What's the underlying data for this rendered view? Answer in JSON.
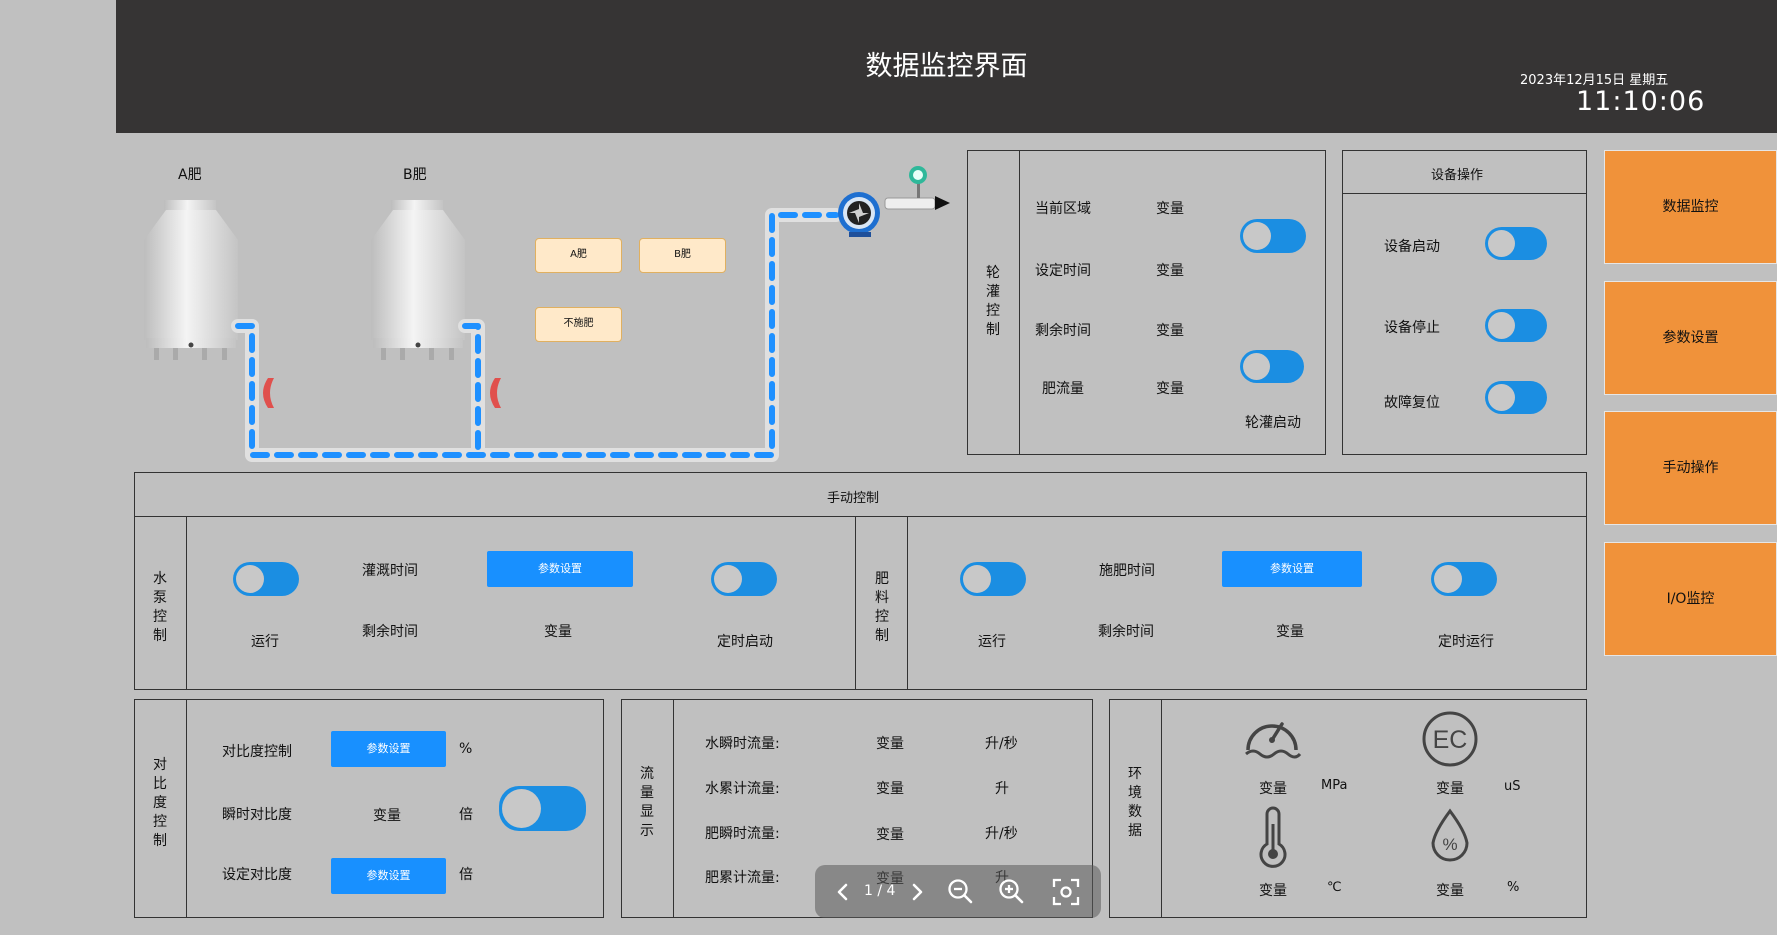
{
  "header": {
    "title": "数据监控界面",
    "date": "2023年12月15日 星期五",
    "time": "11:10:06"
  },
  "tanks": {
    "a_label": "A肥",
    "b_label": "B肥"
  },
  "tags": {
    "a": "A肥",
    "b": "B肥",
    "none": "不施肥"
  },
  "irrigation": {
    "side_label": "轮灌控制",
    "rows": [
      {
        "label": "当前区域",
        "value": "变量"
      },
      {
        "label": "设定时间",
        "value": "变量"
      },
      {
        "label": "剩余时间",
        "value": "变量"
      },
      {
        "label": "肥流量",
        "value": "变量"
      }
    ],
    "start_label": "轮灌启动"
  },
  "device": {
    "title": "设备操作",
    "start": "设备启动",
    "stop": "设备停止",
    "reset": "故障复位"
  },
  "nav": [
    "数据监控",
    "参数设置",
    "手动操作",
    "I/O监控"
  ],
  "manual": {
    "title": "手动控制",
    "pump": {
      "side_label": "水泵控制",
      "run": "运行",
      "time_label": "灌溉时间",
      "remaining_label": "剩余时间",
      "btn": "参数设置",
      "value": "变量",
      "timer": "定时启动"
    },
    "fert": {
      "side_label": "肥料控制",
      "run": "运行",
      "time_label": "施肥时间",
      "remaining_label": "剩余时间",
      "btn": "参数设置",
      "value": "变量",
      "timer": "定时运行"
    }
  },
  "contrast": {
    "side_label": "对比度控制",
    "row1_label": "对比度控制",
    "row1_btn": "参数设置",
    "row1_unit": "%",
    "row2_label": "瞬时对比度",
    "row2_value": "变量",
    "row2_unit": "倍",
    "row3_label": "设定对比度",
    "row3_btn": "参数设置",
    "row3_unit": "倍"
  },
  "flow": {
    "side_label": "流量显示",
    "rows": [
      {
        "label": "水瞬时流量:",
        "value": "变量",
        "unit": "升/秒"
      },
      {
        "label": "水累计流量:",
        "value": "变量",
        "unit": "升"
      },
      {
        "label": "肥瞬时流量:",
        "value": "变量",
        "unit": "升/秒"
      },
      {
        "label": "肥累计流量:",
        "value": "变量",
        "unit": "升"
      }
    ]
  },
  "env": {
    "side_label": "环境数据",
    "pressure": {
      "value": "变量",
      "unit": "MPa"
    },
    "ec": {
      "value": "变量",
      "unit": "uS",
      "icon_text": "EC"
    },
    "temp": {
      "value": "变量",
      "unit": "℃"
    },
    "humidity": {
      "value": "变量",
      "unit": "%",
      "icon_text": "%"
    }
  },
  "viewer": {
    "page": "1 / 4"
  },
  "colors": {
    "accent": "#1890ff",
    "toggle": "#1b8ee2",
    "nav": "#f0923a",
    "header": "#363434",
    "pipe": "#1e90ff"
  }
}
